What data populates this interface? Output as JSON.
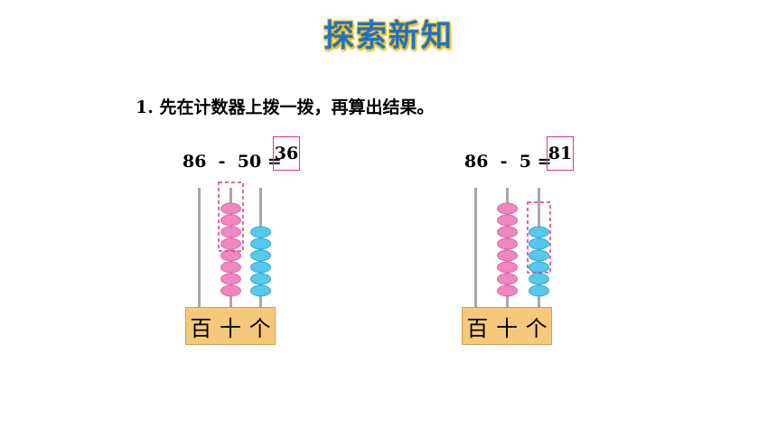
{
  "header": {
    "title": "探索新知"
  },
  "instruction": {
    "number": "1.",
    "text": "先在计数器上拨一拨，再算出结果。"
  },
  "problems": [
    {
      "expression": "86  -  50 =",
      "answer": "36",
      "tens": 8,
      "ones": 6
    },
    {
      "expression": "86  -  5 =",
      "answer": "81",
      "tens": 8,
      "ones": 6
    }
  ],
  "abacus": {
    "labels": [
      "百",
      "十",
      "个"
    ]
  },
  "colors": {
    "pink_bead": "#f087c0",
    "blue_bead": "#56c8ec",
    "highlight": "#d9368b",
    "base": "#f6c97a"
  }
}
